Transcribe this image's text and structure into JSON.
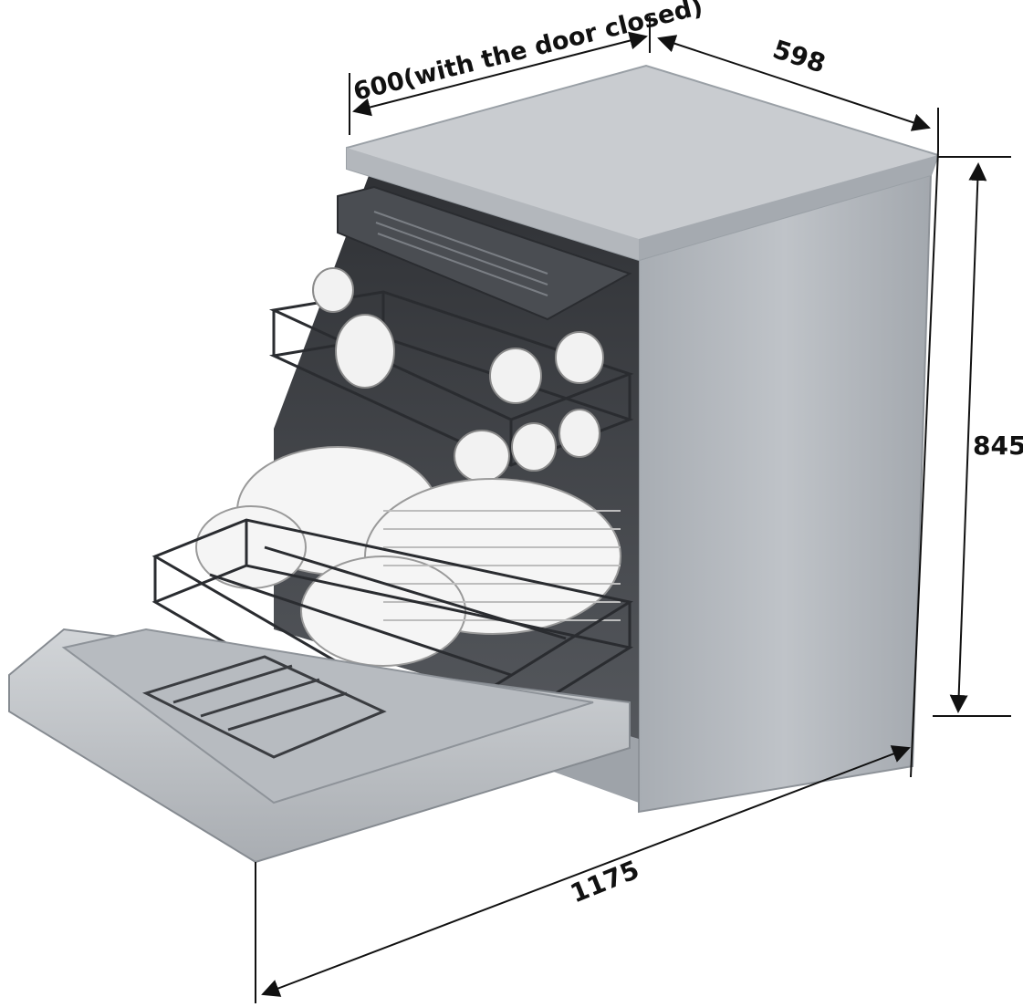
{
  "dimensions": {
    "depth_closed": "600(with the door closed)",
    "width": "598",
    "height": "845",
    "depth_open": "1175"
  },
  "colors": {
    "body": "#b9bec4",
    "body_side": "#aeb3b9",
    "top": "#c9ccd0",
    "door": "#c4c7cb",
    "interior": "#3b3d42",
    "line": "#111111"
  }
}
